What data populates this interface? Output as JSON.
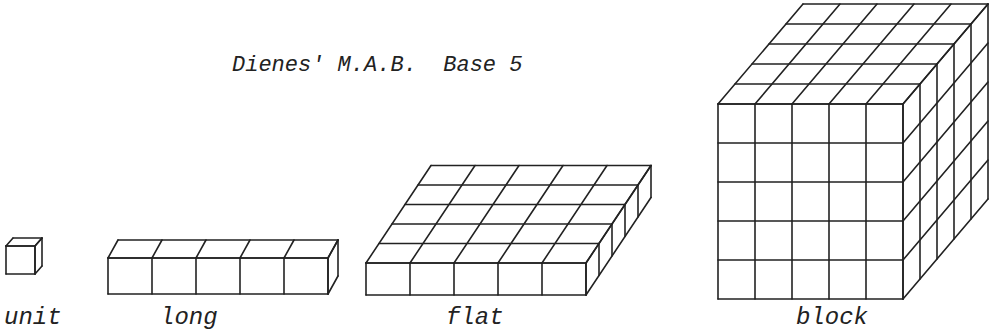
{
  "diagram": {
    "title": "Dienes' M.A.B.  Base 5",
    "labels": [
      "unit",
      "long",
      "flat",
      "block"
    ]
  }
}
